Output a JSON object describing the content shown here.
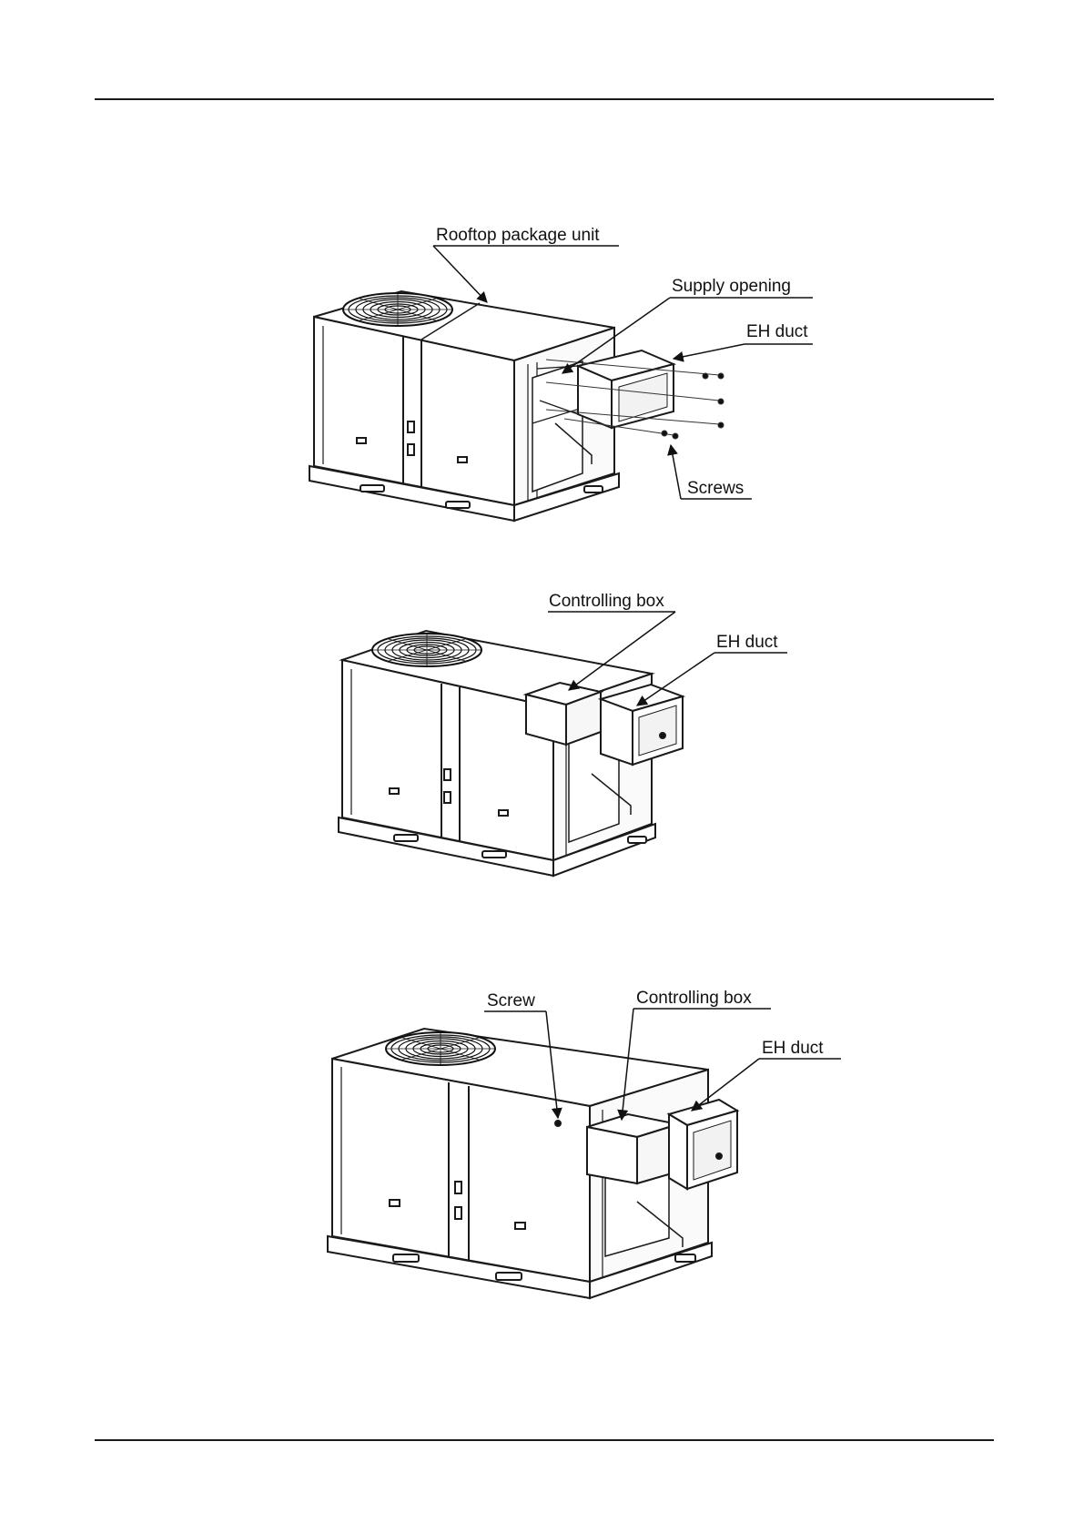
{
  "figures": [
    {
      "labels": {
        "rooftop_unit": "Rooftop package unit",
        "supply_opening": "Supply opening",
        "eh_duct": "EH duct",
        "screws": "Screws"
      }
    },
    {
      "labels": {
        "controlling_box": "Controlling box",
        "eh_duct": "EH duct"
      }
    },
    {
      "labels": {
        "screw": "Screw",
        "controlling_box": "Controlling box",
        "eh_duct": "EH duct"
      }
    }
  ],
  "colors": {
    "line": "#1a1a1a",
    "paper": "#ffffff"
  }
}
